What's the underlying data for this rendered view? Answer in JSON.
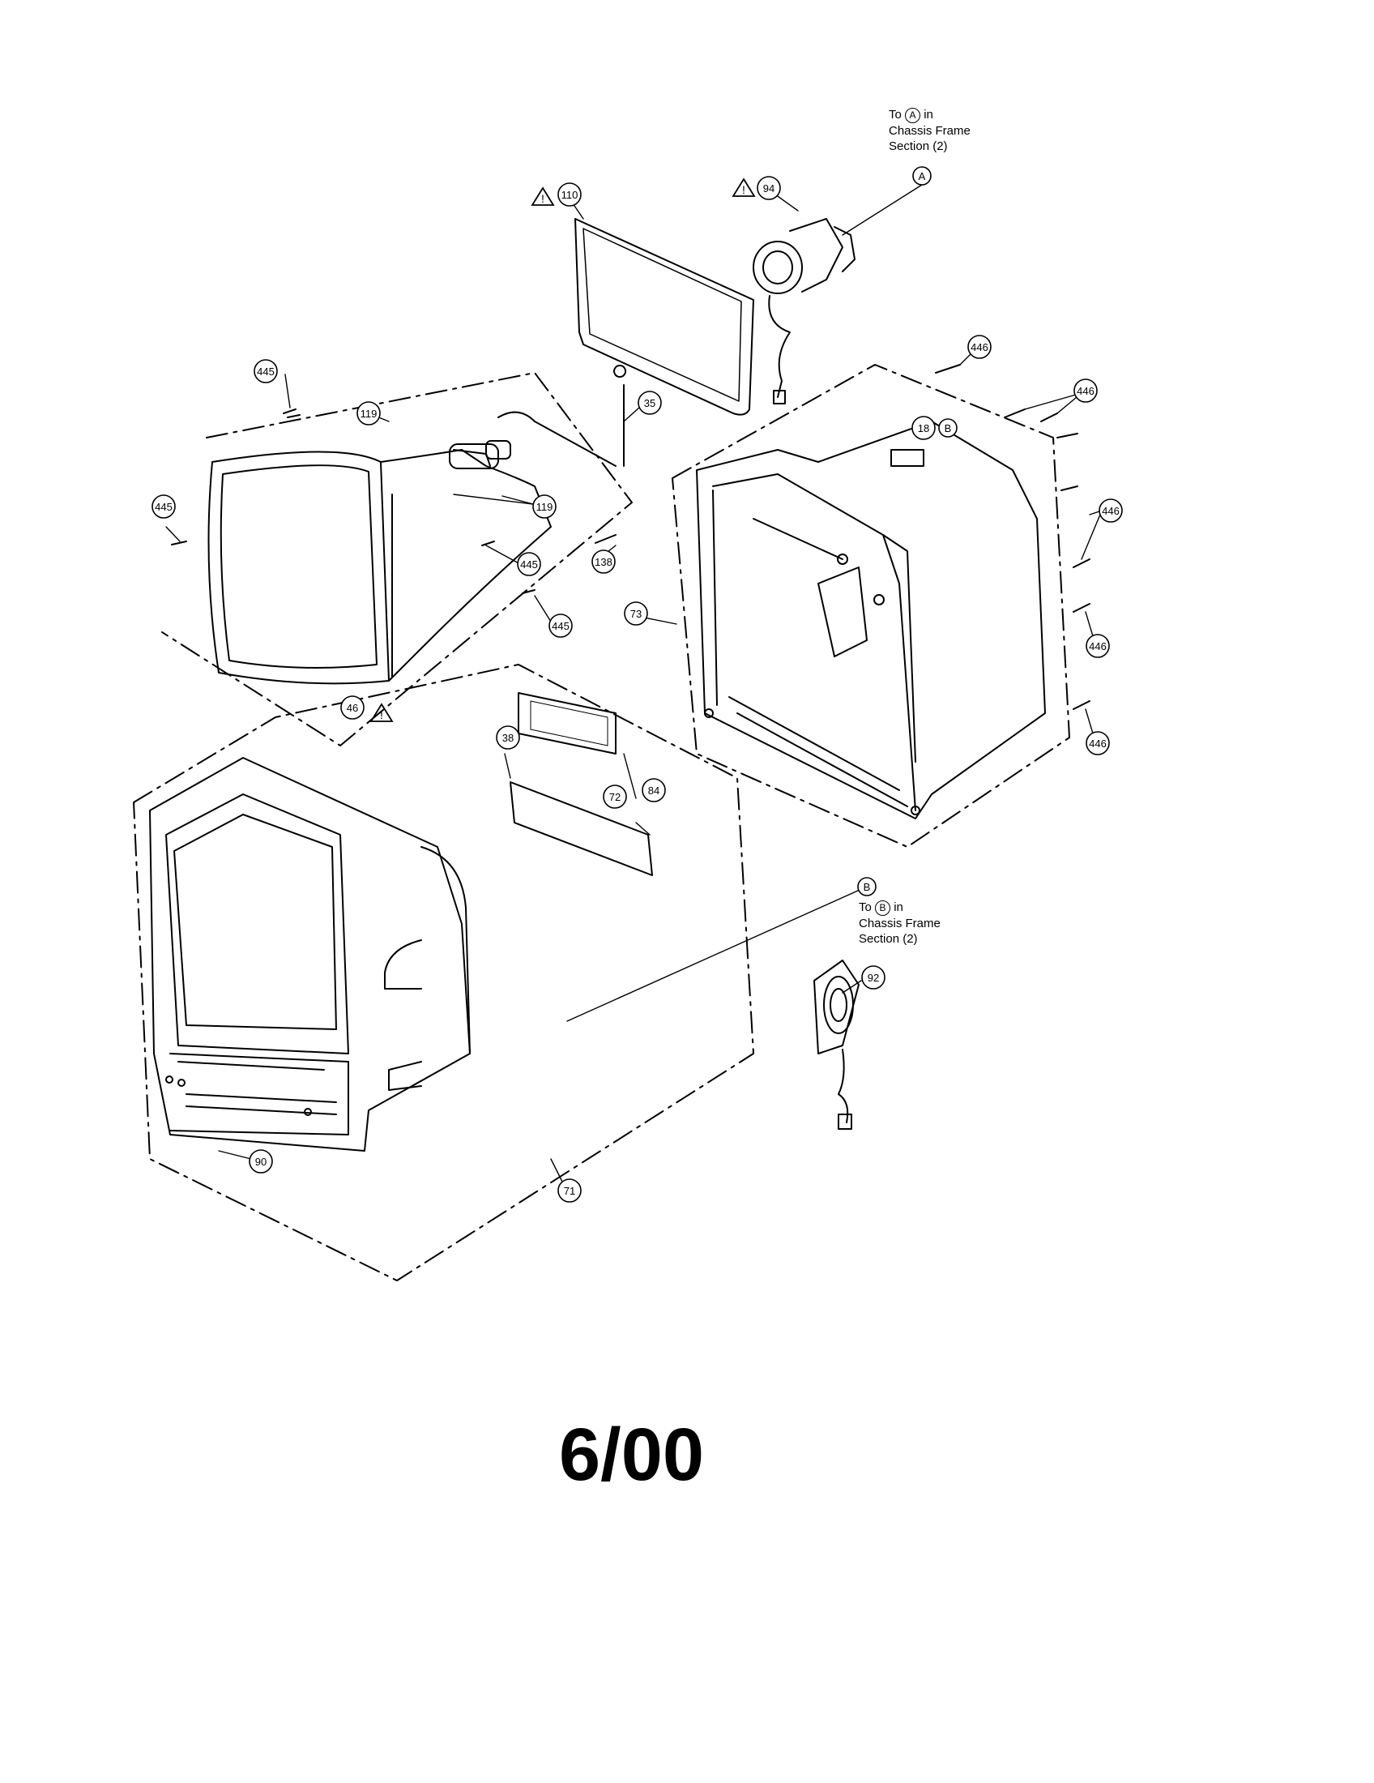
{
  "parts": {
    "p110": "110",
    "p94": "94",
    "p35": "35",
    "p119a": "119",
    "p119b": "119",
    "p445a": "445",
    "p445b": "445",
    "p445c": "445",
    "p445d": "445",
    "p138": "138",
    "p46": "46",
    "p73": "73",
    "p446a": "446",
    "p446b": "446",
    "p446c": "446",
    "p446d": "446",
    "p446e": "446",
    "p18": "18",
    "p38": "38",
    "p84": "84",
    "p72": "72",
    "p71": "71",
    "p90": "90",
    "p92": "92"
  },
  "connectors": {
    "a_marker": "A",
    "a_note_to": "To",
    "a_note_in": "in",
    "a_note_line2": "Chassis Frame",
    "a_note_line3": "Section (2)",
    "b_ref": "B",
    "b_marker": "B",
    "b_note_to": "To",
    "b_note_in": "in",
    "b_note_line2": "Chassis Frame",
    "b_note_line3": "Section (2)"
  },
  "page_label": "6/00"
}
